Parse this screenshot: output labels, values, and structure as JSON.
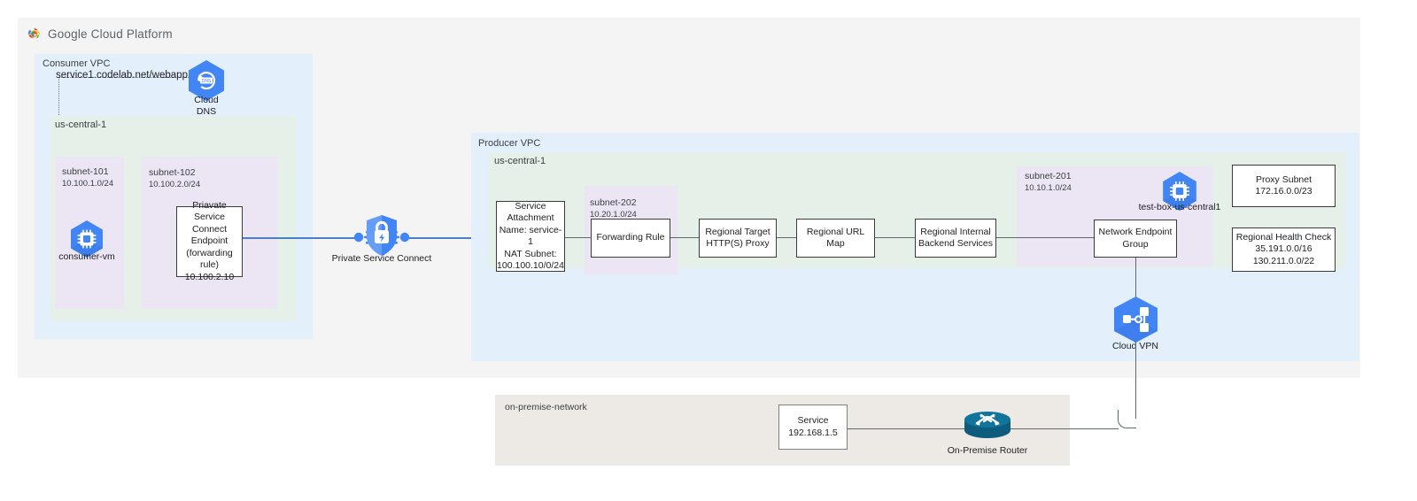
{
  "header": {
    "brand": "Google Cloud Platform",
    "logo_icon": "google-cloud-logo-icon"
  },
  "colors": {
    "panel_bg": "#f4f4f4",
    "vpc_blue": "#e3f0fb",
    "region_green": "#e4f0e8",
    "subnet_purple": "#ece5f3",
    "onprem_bg": "#edeae6",
    "gcp_icon_blue": "#4285f4",
    "blue_link": "#4c7fc6",
    "router_teal": "#0f6a8e",
    "line_gray": "#5b6b6b"
  },
  "consumer_vpc": {
    "label": "Consumer VPC",
    "region_label": "us-central-1",
    "dns_record": "service1.codelab.net/webapp",
    "cloud_dns": {
      "icon": "cloud-dns-icon",
      "caption_line1": "Cloud",
      "caption_line2": "DNS"
    },
    "subnets": [
      {
        "name": "subnet-101",
        "cidr": "10.100.1.0/24",
        "vm": {
          "icon": "compute-vm-icon",
          "caption": "consumer-vm"
        }
      },
      {
        "name": "subnet-102",
        "cidr": "10.100.2.0/24",
        "endpoint_box": "Priavate Service Connect Endpoint (forwarding rule) 10.100.2.10",
        "endpoint_lines": [
          "Priavate Service",
          "Connect Endpoint",
          "(forwarding rule)",
          "10.100.2.10"
        ]
      }
    ]
  },
  "private_service_connect": {
    "icon": "private-service-connect-shield-lock-icon",
    "caption": "Private Service Connect"
  },
  "producer_vpc": {
    "label": "Producer VPC",
    "region_label": "us-central-1",
    "service_attachment": {
      "line1": "Service",
      "line2": "Attachment",
      "line3": "Name: service-1",
      "line4": "NAT Subnet:",
      "line5": "100.100.10/0/24"
    },
    "subnet_202": {
      "name": "subnet-202",
      "cidr": "10.20.1.0/24",
      "box": "Forwarding Rule"
    },
    "chain": [
      {
        "lines": [
          "Regional Target",
          "HTTP(S) Proxy"
        ]
      },
      {
        "lines": [
          "Regional URL Map"
        ]
      },
      {
        "lines": [
          "Regional Internal",
          "Backend Services"
        ]
      }
    ],
    "subnet_201": {
      "name": "subnet-201",
      "cidr": "10.10.1.0/24",
      "test_box": {
        "icon": "compute-vm-icon",
        "caption": "test-box-us-central1"
      },
      "neg_box": {
        "lines": [
          "Network Endpoint",
          "Group"
        ]
      }
    },
    "side_boxes": [
      {
        "lines": [
          "Proxy Subnet",
          "172.16.0.0/23"
        ]
      },
      {
        "lines": [
          "Regional Health Check",
          "35.191.0.0/16",
          "130.211.0.0/22"
        ]
      }
    ],
    "cloud_vpn": {
      "icon": "cloud-vpn-icon",
      "caption": "Cloud VPN"
    }
  },
  "on_premise": {
    "label": "on-premise-network",
    "service_box": {
      "lines": [
        "Service",
        "192.168.1.5"
      ]
    },
    "router": {
      "icon": "router-icon",
      "caption": "On-Premise Router"
    }
  }
}
